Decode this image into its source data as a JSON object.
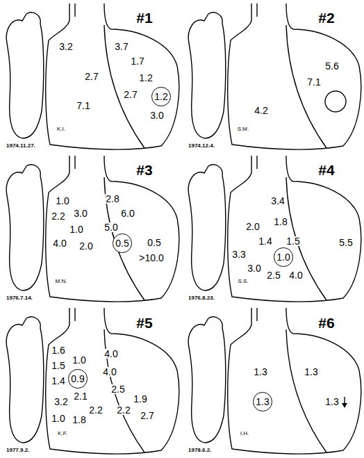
{
  "diagram": {
    "nodes": [
      {
        "text": [
          "1.2"
        ]
      },
      {
        "text": [
          "0.5"
        ]
      },
      {
        "text": [
          "1.0"
        ]
      },
      {
        "text": [
          "0.9"
        ]
      },
      {
        "text": [
          "1.3"
        ]
      }
    ],
    "labels": [
      "#1",
      "3.2",
      "3.7",
      "1.7",
      "2.7",
      "1.2",
      "2.7",
      "7.1",
      "3.0",
      "K.I.",
      "1974.11.27.",
      "#2",
      "5.6",
      "7.1",
      "4.2",
      "S.M.",
      "1974.12.4.",
      "#3",
      "1.0",
      "2.8",
      "6.0",
      "2.2",
      "3.0",
      "5.0",
      "1.0",
      "4.0",
      "2.0",
      "0.5",
      ">10.0",
      "M.N.",
      "1976.7.14.",
      "#4",
      "3.4",
      "1.8",
      "2.0",
      "1.4",
      "1.5",
      "5.5",
      "3.3",
      "3.0",
      "2.5",
      "4.0",
      "S.S.",
      "1976.8.23.",
      "#5",
      "1.6",
      "1.0",
      "4.0",
      "1.5",
      "4.0",
      "1.4",
      "2.1",
      "2.5",
      "1.9",
      "3.2",
      "2.2",
      "2.2",
      "2.7",
      "1.0",
      "1.8",
      "K.F.",
      "1977.9.2.",
      "#6",
      "1.3",
      "1.3",
      "1.3",
      "I.H.",
      "1978.6.2."
    ]
  }
}
